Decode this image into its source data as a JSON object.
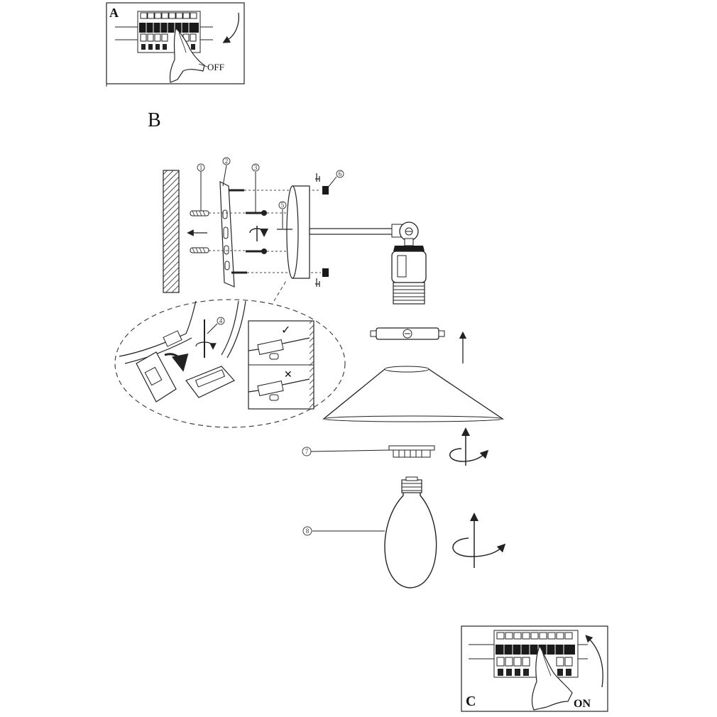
{
  "panel_a": {
    "label": "A",
    "switch_state": "OFF"
  },
  "section_b": {
    "label": "B"
  },
  "panel_c": {
    "label": "C",
    "switch_state": "ON"
  },
  "callouts": [
    "1",
    "2",
    "3",
    "4",
    "5",
    "6",
    "7",
    "8"
  ],
  "wiring_detail": {
    "correct_mark": "✓",
    "wrong_mark": "✕"
  }
}
